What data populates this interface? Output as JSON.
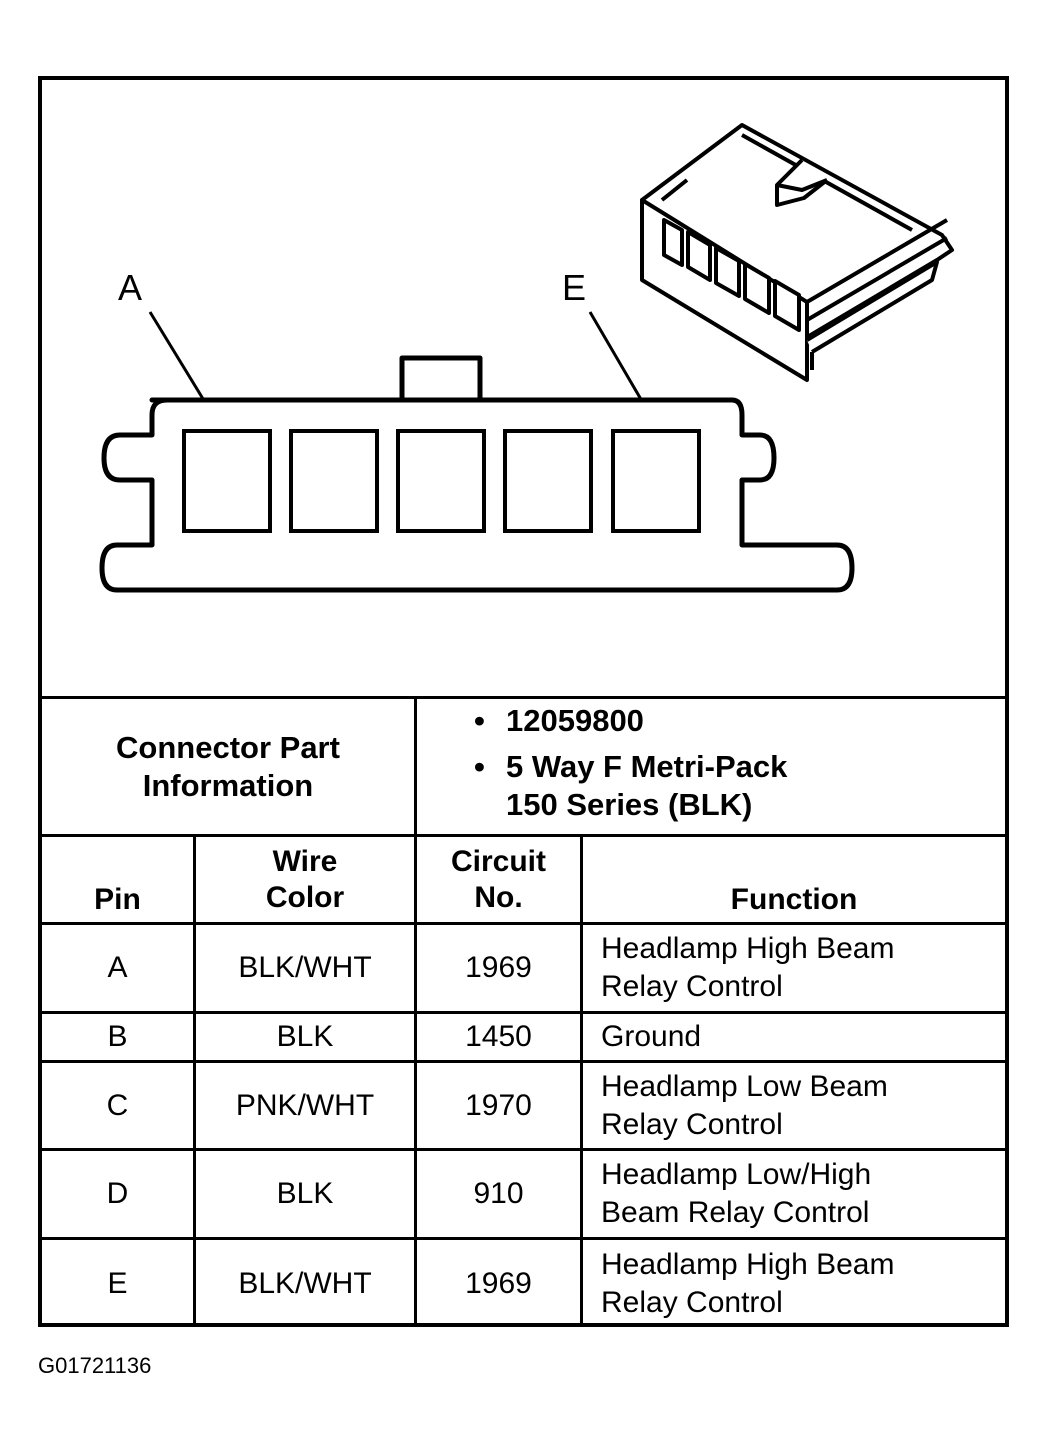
{
  "diagram": {
    "callouts": {
      "left": "A",
      "right": "E"
    }
  },
  "connector_info": {
    "label": "Connector Part Information",
    "part_number": "12059800",
    "description_line1": "5 Way F Metri-Pack",
    "description_line2": "150 Series (BLK)"
  },
  "table": {
    "headers": {
      "pin": "Pin",
      "wire_color_line1": "Wire",
      "wire_color_line2": "Color",
      "circuit_line1": "Circuit",
      "circuit_line2": "No.",
      "function": "Function"
    },
    "rows": [
      {
        "pin": "A",
        "wire_color": "BLK/WHT",
        "circuit": "1969",
        "function_line1": "Headlamp High Beam",
        "function_line2": "Relay Control"
      },
      {
        "pin": "B",
        "wire_color": "BLK",
        "circuit": "1450",
        "function_line1": "Ground",
        "function_line2": ""
      },
      {
        "pin": "C",
        "wire_color": "PNK/WHT",
        "circuit": "1970",
        "function_line1": "Headlamp Low Beam",
        "function_line2": "Relay Control"
      },
      {
        "pin": "D",
        "wire_color": "BLK",
        "circuit": "910",
        "function_line1": "Headlamp Low/High",
        "function_line2": "Beam Relay Control"
      },
      {
        "pin": "E",
        "wire_color": "BLK/WHT",
        "circuit": "1969",
        "function_line1": "Headlamp High Beam",
        "function_line2": "Relay Control"
      }
    ]
  },
  "figure_code": "G01721136"
}
